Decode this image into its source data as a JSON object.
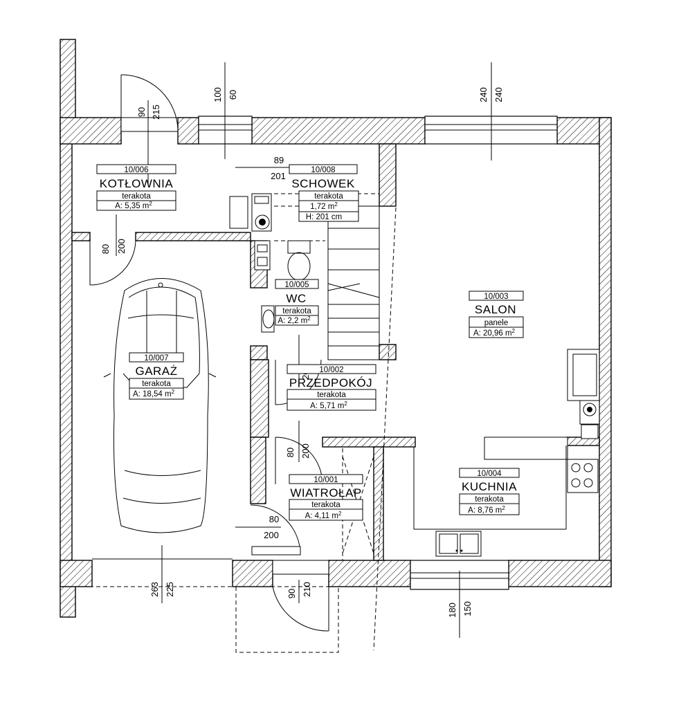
{
  "rooms": {
    "kotlownia": {
      "code": "10/006",
      "name": "KOTŁOWNIA",
      "finish": "terakota",
      "area": "A: 5,35 m",
      "exp": "2"
    },
    "schowek": {
      "code": "10/008",
      "name": "SCHOWEK",
      "finish": "terakota",
      "area": "1,72 m",
      "exp": "2",
      "height": "H: 201 cm"
    },
    "wc": {
      "code": "10/005",
      "name": "WC",
      "finish": "terakota",
      "area": "A: 2,2 m",
      "exp": "2"
    },
    "salon": {
      "code": "10/003",
      "name": "SALON",
      "finish": "panele",
      "area": "A: 20,96 m",
      "exp": "2"
    },
    "garaz": {
      "code": "10/007",
      "name": "GARAŻ",
      "finish": "terakota",
      "area": "A: 18,54 m",
      "exp": "2"
    },
    "przedpokoj": {
      "code": "10/002",
      "name": "PRZEDPOKÓJ",
      "finish": "terakota",
      "area": "A: 5,71 m",
      "exp": "2"
    },
    "wiatrolap": {
      "code": "10/001",
      "name": "WIATROŁAP",
      "finish": "terakota",
      "area": "A: 4,11 m",
      "exp": "2"
    },
    "kuchnia": {
      "code": "10/004",
      "name": "KUCHNIA",
      "finish": "terakota",
      "area": "A: 8,76 m",
      "exp": "2"
    }
  },
  "dims": {
    "top_door_w": "90",
    "top_door_h": "215",
    "top_win_w": "100",
    "top_win_h": "60",
    "salon_win_w": "240",
    "salon_win_h": "240",
    "schowek_w": "89",
    "schowek_h": "201",
    "kot_door_w": "80",
    "kot_door_h": "200",
    "hall_door1_w": "80",
    "hall_door1_h": "200",
    "hall_door2_w": "80",
    "hall_door2_h": "200",
    "inner_door_w": "80",
    "inner_door_h": "200",
    "garage_w": "263",
    "garage_h": "225",
    "entry_w": "90",
    "entry_h": "210",
    "kitchen_win_w": "180",
    "kitchen_win_h": "150"
  },
  "icons": [
    "car-icon",
    "toilet-icon",
    "washbasin-icon",
    "sink-icon",
    "stove-icon",
    "boiler-icon",
    "fridge-icon"
  ]
}
